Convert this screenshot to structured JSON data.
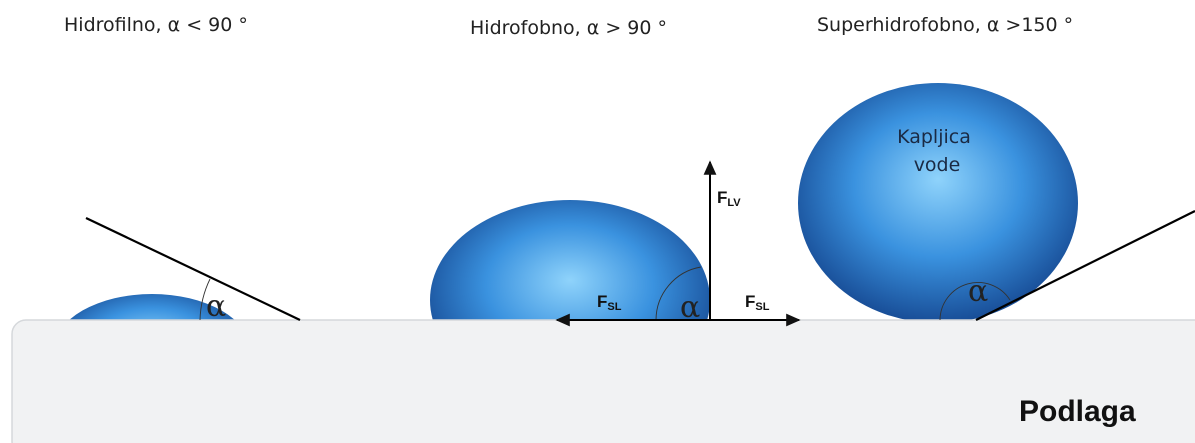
{
  "titles": {
    "hydrophilic": "Hidrofilno, α < 90 °",
    "hydrophobic": "Hidrofobno, α > 90 °",
    "superhydrophobic": "Superhidrofobno, α >150 °"
  },
  "angle_symbol": "α",
  "forces": {
    "lv_main": "F",
    "lv_sub": "LV",
    "sl_main": "F",
    "sl_sub": "SL"
  },
  "droplet_label": {
    "line1": "Kapljica",
    "line2": "vode"
  },
  "substrate_label": "Podlaga",
  "colors": {
    "drop_light": "#8fd3fb",
    "drop_mid": "#3a92df",
    "drop_dark": "#12418a",
    "substrate_fill": "#f1f2f3",
    "substrate_stroke": "#d5d8db"
  }
}
